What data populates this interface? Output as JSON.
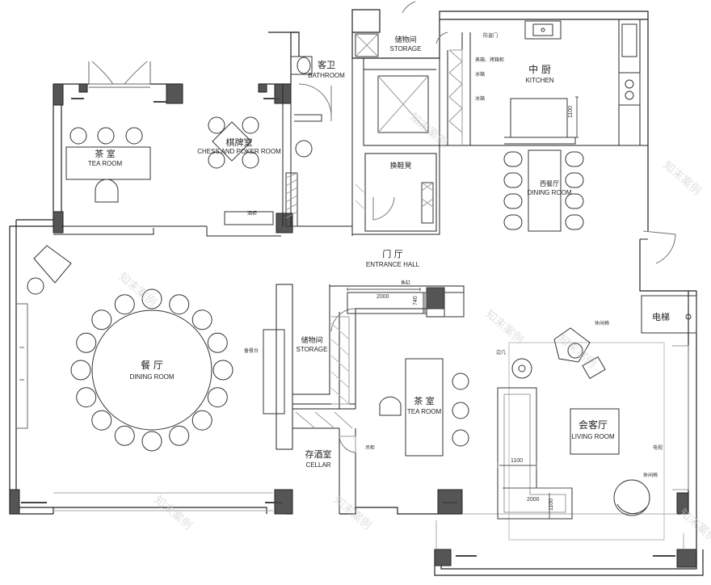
{
  "rooms": {
    "tea_room_nw": {
      "zh": "茶 室",
      "en": "TEA ROOM"
    },
    "chess_room": {
      "zh": "棋牌室",
      "en": "CHESS AND POKER ROOM"
    },
    "bathroom": {
      "zh": "客卫",
      "en": "BATHROOM"
    },
    "storage_top": {
      "zh": "储物间",
      "en": "STORAGE"
    },
    "kitchen": {
      "zh": "中 厨",
      "en": "KITCHEN"
    },
    "western_dining": {
      "zh": "西餐厅",
      "en": "DINING ROOM"
    },
    "entrance_hall": {
      "zh": "门 厅",
      "en": "ENTRANCE HALL"
    },
    "dining_room": {
      "zh": "餐 厅",
      "en": "DINING ROOM"
    },
    "storage_mid": {
      "zh": "储物间",
      "en": "STORAGE"
    },
    "tea_room_center": {
      "zh": "茶 室",
      "en": "TEA ROOM"
    },
    "cellar": {
      "zh": "存酒室",
      "en": "CELLAR"
    },
    "living_room": {
      "zh": "会客厅",
      "en": "LIVING ROOM"
    },
    "elevator": {
      "zh": "电梯"
    },
    "shoe_change": {
      "zh": "换鞋凳"
    }
  },
  "annotations": {
    "anti_theft_door": "防盗门",
    "steam_oven": "蒸箱、烤箱柜",
    "fridge_1": "冰箱",
    "fridge_2": "冰箱",
    "wine_cabinet": "酒柜",
    "sideboard": "备餐台",
    "fish_tank": "鱼缸",
    "rest_chair_1": "休闲椅",
    "rest_chair_2": "休闲椅",
    "side_table": "边几",
    "tv": "电视",
    "display_cabinet": "吊柜",
    "sink_label": ""
  },
  "dimensions": {
    "kitchen_island": "1100",
    "fish_tank_w": "2000",
    "fish_tank_d": "740",
    "sofa_side": "1100",
    "sofa_w": "2000",
    "sofa_d": "1100"
  },
  "watermark": "知末案例"
}
